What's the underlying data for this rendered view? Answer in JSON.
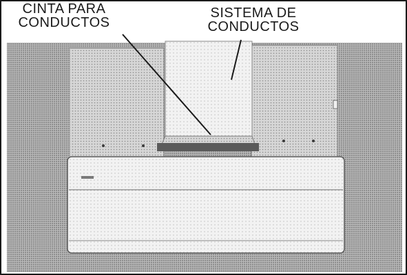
{
  "labels": {
    "duct_tape": [
      "CINTA PARA",
      "CONDUCTOS"
    ],
    "duct_system": [
      "SISTEMA DE",
      "CONDUCTOS"
    ]
  },
  "colors": {
    "ink": "#1a1a1a",
    "halftone_dark": "#9a9a9a",
    "halftone_mid": "#c8c8c8",
    "paper": "#ffffff"
  }
}
